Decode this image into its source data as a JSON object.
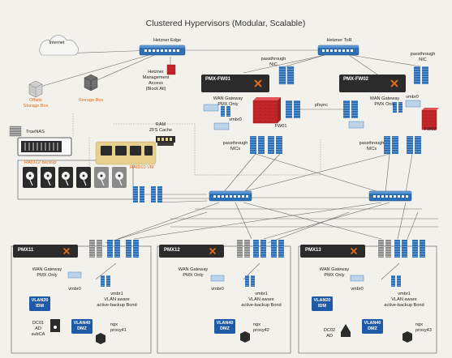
{
  "title": "Clustered Hypervisors (Modular, Scalable)",
  "top": {
    "internet": "Internet",
    "hetzner_edge": "Hetzner Edge",
    "hetzner_tor": "Hetzner ToR",
    "hetzner_access": [
      "Hetzner",
      "Management",
      "Access",
      "(Block All)"
    ],
    "offsite_storage": [
      "Offsite",
      "Storage Box"
    ],
    "storage_box": "Storage Box"
  },
  "firewalls": [
    {
      "host": "PMX-FW01",
      "wan": [
        "WAN Gateway",
        "PMX Only"
      ],
      "vmbr": "vmbr0",
      "fw": "FW01",
      "passthrough_top": [
        "passthrough",
        "NIC"
      ],
      "passthrough_bottom": [
        "passthrough",
        "NICs"
      ]
    },
    {
      "host": "PMX-FW02",
      "wan": [
        "WAN Gateway",
        "PMX Only"
      ],
      "vmbr": "vmbr0",
      "fw": "FW02",
      "passthrough_top": [
        "passthrough",
        "NIC"
      ],
      "passthrough_bottom": [
        "passthrough",
        "NICs"
      ]
    }
  ],
  "pfsync": "pfsync",
  "truenas": {
    "name": "TrueNAS",
    "ram": [
      "RAM",
      "ZFS Cache"
    ],
    "raidz2": "RAIDZ2 backup",
    "raid10": "RAID10 VM"
  },
  "nodes": [
    {
      "host": "PMX11",
      "wan": [
        "WAN Gateway",
        "PMX Only"
      ],
      "vmbr0": "vmbr0",
      "vmbr1": [
        "vmbr1",
        "VLAN aware",
        "active-backup Bond"
      ],
      "vlan20": [
        "VLAN20",
        "IDM"
      ],
      "vlan40": [
        "VLAN40",
        "DMZ"
      ],
      "dc": [
        "DC01",
        "AD",
        "subCA"
      ],
      "proxy": [
        "ngx",
        "proxy41"
      ]
    },
    {
      "host": "PMX12",
      "wan": [
        "WAN Gateway",
        "PMX Only"
      ],
      "vmbr0": "vmbr0",
      "vmbr1": [
        "vmbr1",
        "VLAN aware",
        "active-backup Bond"
      ],
      "vlan40": [
        "VLAN40",
        "DMZ"
      ],
      "proxy": [
        "ngx",
        "proxy42"
      ]
    },
    {
      "host": "PMX13",
      "wan": [
        "WAN Gateway",
        "PMX Only"
      ],
      "vmbr0": "vmbr0",
      "vmbr1": [
        "vmbr1",
        "VLAN aware",
        "active-backup Bond"
      ],
      "vlan20": [
        "VLAN20",
        "IDM"
      ],
      "vlan40": [
        "VLAN40",
        "DMZ"
      ],
      "dc": [
        "DC02",
        "AD"
      ],
      "proxy": [
        "ngx",
        "proxy43"
      ]
    }
  ],
  "colors": {
    "nic_blue": "#2d6fb5",
    "vlan_blue": "#1e5aa8",
    "firewall_red": "#c8262b",
    "host_dark": "#2b2b2b",
    "accent_orange": "#e06b1c",
    "nas_gold": "#e7cf8e",
    "background": "#f3f1ec"
  }
}
